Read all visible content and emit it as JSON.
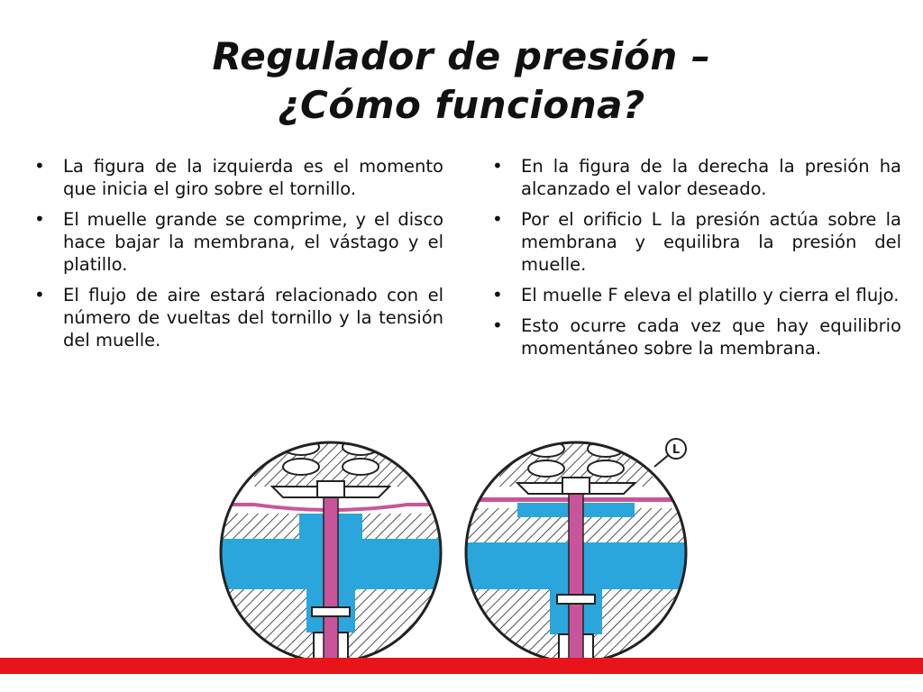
{
  "slide": {
    "title_line1": "Regulador de presión –",
    "title_line2": "¿Cómo funciona?",
    "accent_color": "#e8141c",
    "fluid_color": "#2aa6dc",
    "membrane_color": "#c8559a"
  },
  "left_bullets": [
    "La figura de la izquierda es el momento que inicia el giro sobre el tornillo.",
    "El muelle grande se comprime, y el disco hace bajar la membrana, el vástago y el platillo.",
    "El flujo de aire estará relacionado con el número de vueltas del tornillo y la tensión del muelle."
  ],
  "right_bullets": [
    "En la figura de la derecha la presión ha alcanzado el valor deseado.",
    "Por el orificio L la presión actúa sobre la membrana y equilibra la presión del muelle.",
    "El muelle F eleva el platillo y cierra el flujo.",
    "Esto ocurre cada vez que hay equilibrio momentáneo sobre la membrana."
  ],
  "figures": {
    "left": {
      "state": "opening"
    },
    "right": {
      "state": "balanced",
      "orifice_label": "L"
    }
  }
}
